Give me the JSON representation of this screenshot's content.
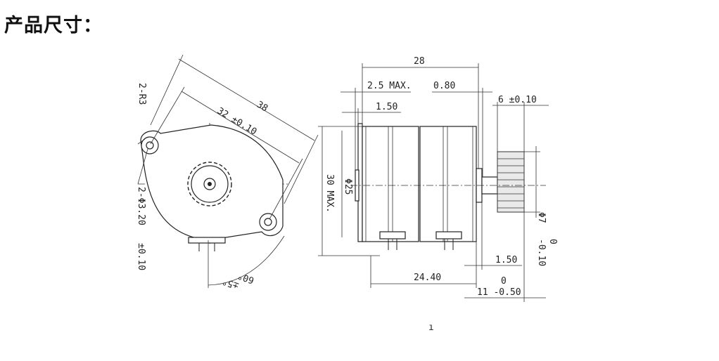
{
  "heading": "产品尺寸：",
  "front_view": {
    "overall_length": "38",
    "hole_spacing": "32 ±0.10",
    "corner_radius": "2-R3",
    "hole_diameter_a": "2-Φ3.20",
    "hole_diameter_b": "±0.10",
    "angle_a": "60°",
    "angle_b": "±5°"
  },
  "side_view": {
    "overall_width": "28",
    "flange_max": "2.5 MAX.",
    "shaft_gap": "0.80",
    "pinion_width": "6 ±0.10",
    "flange_thickness": "1.50",
    "boss_diameter": "Φ25",
    "height_max": "30 MAX.",
    "pinion_diameter_a": "Φ7",
    "pinion_diameter_b": "-0.10",
    "pinion_diameter_c": "0",
    "body_length": "24.40",
    "collar_width": "1.50",
    "shaft_length_a": "0",
    "shaft_length_b": "11 -0.50"
  },
  "footnote_mark": "ı"
}
